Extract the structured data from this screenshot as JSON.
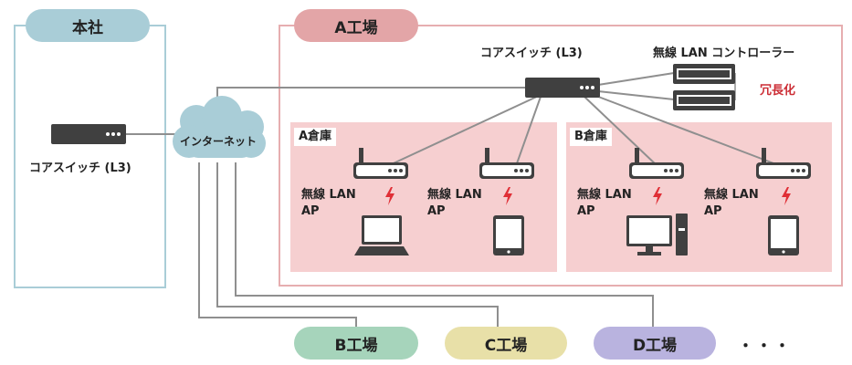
{
  "hq": {
    "label": "本社",
    "switch_label": "コアスイッチ (L3)"
  },
  "internet": {
    "label": "インターネット"
  },
  "factory_a": {
    "label": "A工場",
    "core_switch_label": "コアスイッチ (L3)",
    "controller_label": "無線 LAN コントローラー",
    "redundancy_label": "冗長化",
    "warehouses": [
      {
        "label": "A倉庫",
        "aps": [
          {
            "line1": "無線 LAN",
            "line2": "AP"
          },
          {
            "line1": "無線 LAN",
            "line2": "AP"
          }
        ]
      },
      {
        "label": "B倉庫",
        "aps": [
          {
            "line1": "無線 LAN",
            "line2": "AP"
          },
          {
            "line1": "無線 LAN",
            "line2": "AP"
          }
        ]
      }
    ]
  },
  "other_factories": [
    {
      "label": "B工場"
    },
    {
      "label": "C工場"
    },
    {
      "label": "D工場"
    }
  ],
  "ellipsis": "・・・",
  "colors": {
    "hq": "#a9cdd7",
    "factory_a": "#e3a5a7",
    "factory_a_border": "#e6aeb0",
    "warehouse_bg": "#f6cfd0",
    "b_factory": "#a6d4bb",
    "c_factory": "#e8e0a8",
    "d_factory": "#b9b3df",
    "device": "#404040",
    "line": "#8f8f8f",
    "wireless": "#e02f36",
    "redundancy": "#cc2d35"
  }
}
